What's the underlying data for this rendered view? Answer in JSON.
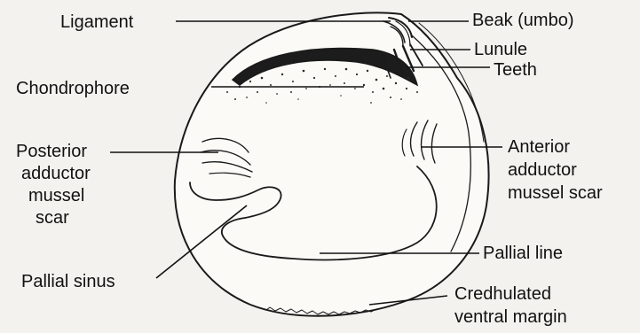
{
  "labels": {
    "ligament": "Ligament",
    "beak": "Beak (umbo)",
    "lunule": "Lunule",
    "teeth": "Teeth",
    "chondrophore": "Chondrophore",
    "posterior_adductor": [
      "Posterior",
      "adductor",
      "mussel",
      "scar"
    ],
    "anterior_adductor": [
      "Anterior",
      "adductor",
      "mussel scar"
    ],
    "pallial_line": "Pallial line",
    "pallial_sinus": "Pallial sinus",
    "ventral_margin": [
      "Credhulated",
      "ventral margin"
    ]
  },
  "colors": {
    "ink": "#111111",
    "paper": "#f4f2ee",
    "shell": "#fbfaf7"
  }
}
